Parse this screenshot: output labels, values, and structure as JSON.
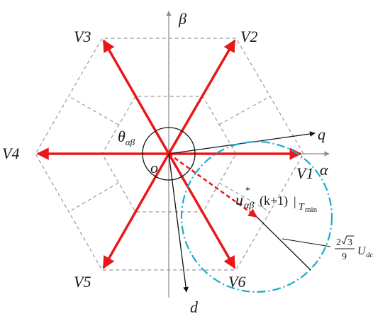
{
  "labels": {
    "axis_alpha": "α",
    "axis_beta": "β",
    "axis_q": "q",
    "axis_d": "d",
    "origin": "o",
    "theta_main": "θ",
    "theta_sub": "αβ",
    "v1": "V1",
    "v2": "V2",
    "v3": "V3",
    "v4": "V4",
    "v5": "V5",
    "v6": "V6",
    "u_main": "u",
    "u_star": "*",
    "u_sub": "αβ",
    "u_paren": "(k+1)",
    "u_bar": "|",
    "u_t": "T",
    "u_tsub": "min",
    "radius_num_2": "2",
    "radius_num_3": "3",
    "radius_den": "9",
    "radius_u": "U",
    "radius_usub": "dc"
  },
  "colors": {
    "vector": "#e81818",
    "circle": "#1aaccc",
    "grid": "#9a9a9a",
    "axis": "#8c8c8c",
    "ink": "#111111",
    "reference": "#e81818"
  }
}
